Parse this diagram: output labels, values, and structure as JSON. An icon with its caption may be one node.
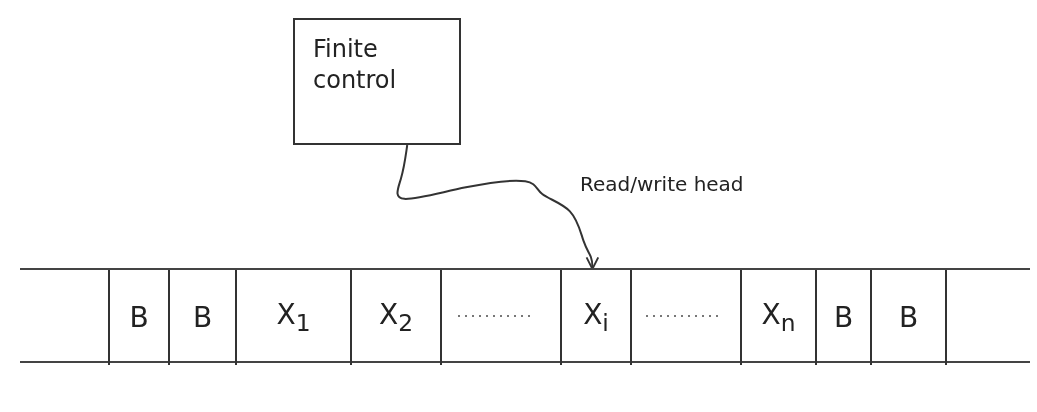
{
  "diagram": {
    "nodes": [
      {
        "text": [
          "Finite control"
        ]
      },
      {
        "text": [],
        "shape": "band"
      },
      {
        "text": [
          "B"
        ],
        "in": 1
      },
      {
        "text": [
          "B"
        ],
        "in": 1
      },
      {
        "text": [
          "X$_{1}$"
        ],
        "in": 1
      },
      {
        "text": [
          "X$_{2}$"
        ],
        "in": 1
      },
      {
        "text": [
          "X$_{i}$"
        ],
        "in": 1
      },
      {
        "text": [
          "X$_{n}$"
        ],
        "in": 1
      },
      {
        "text": [
          "B"
        ],
        "in": 1
      },
      {
        "text": [
          "B"
        ],
        "in": 1
      }
    ],
    "edges": [
      {
        "from": 0,
        "to": 6,
        "arrow": "to",
        "label": "Read/write head"
      }
    ]
  }
}
